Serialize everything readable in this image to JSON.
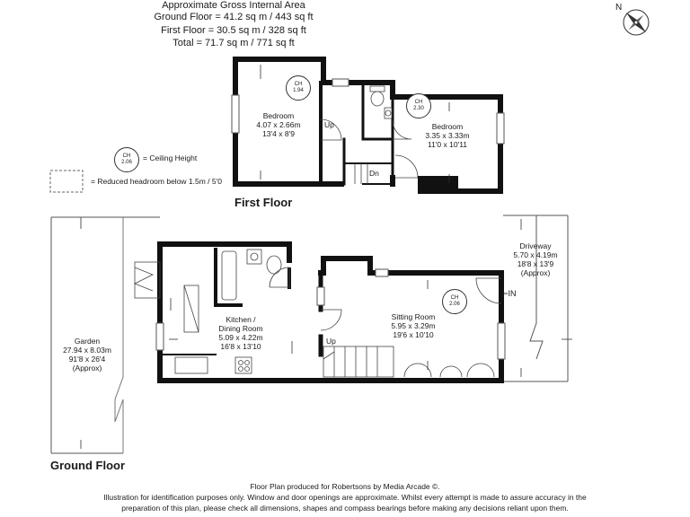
{
  "header": {
    "title": "Approximate Gross Internal Area",
    "ground": "Ground Floor = 41.2 sq m / 443 sq ft",
    "first": "First Floor = 30.5 sq m / 328 sq ft",
    "total": "Total = 71.7 sq m / 771 sq ft"
  },
  "compass": {
    "label": "N"
  },
  "legend": {
    "ch_label": "CH",
    "ch_value": "2.06",
    "ch_text": "= Ceiling Height",
    "reduced_text": "= Reduced headroom below 1.5m / 5'0"
  },
  "first_floor": {
    "title": "First Floor",
    "bedroom1": {
      "name": "Bedroom",
      "metric": "4.07 x 2.66m",
      "imperial": "13'4 x 8'9",
      "ch": "1.94"
    },
    "bedroom2": {
      "name": "Bedroom",
      "metric": "3.35 x 3.33m",
      "imperial": "11'0 x 10'11",
      "ch": "2.30"
    },
    "up_label": "Up",
    "dn_label": "Dn"
  },
  "ground_floor": {
    "title": "Ground Floor",
    "garden": {
      "name": "Garden",
      "metric": "27.94 x 8.03m",
      "imperial": "91'8 x 26'4",
      "note": "(Approx)"
    },
    "kitchen": {
      "name": "Kitchen /",
      "name2": "Dining Room",
      "metric": "5.09 x 4.22m",
      "imperial": "16'8 x 13'10"
    },
    "sitting": {
      "name": "Sitting Room",
      "metric": "5.95 x 3.29m",
      "imperial": "19'6 x 10'10",
      "ch": "2.06"
    },
    "driveway": {
      "name": "Driveway",
      "metric": "5.70 x 4.19m",
      "imperial": "18'8 x 13'9",
      "note": "(Approx)"
    },
    "up_label": "Up",
    "in_label": "IN"
  },
  "footer": {
    "line1": "Floor Plan produced for Robertsons by Media Arcade ©.",
    "line2": "Illustration for identification purposes only. Window and door openings are approximate. Whilst every attempt is made to assure accuracy in the",
    "line3": "preparation of this plan, please check all dimensions, shapes and compass bearings before making any decisions reliant upon them."
  }
}
